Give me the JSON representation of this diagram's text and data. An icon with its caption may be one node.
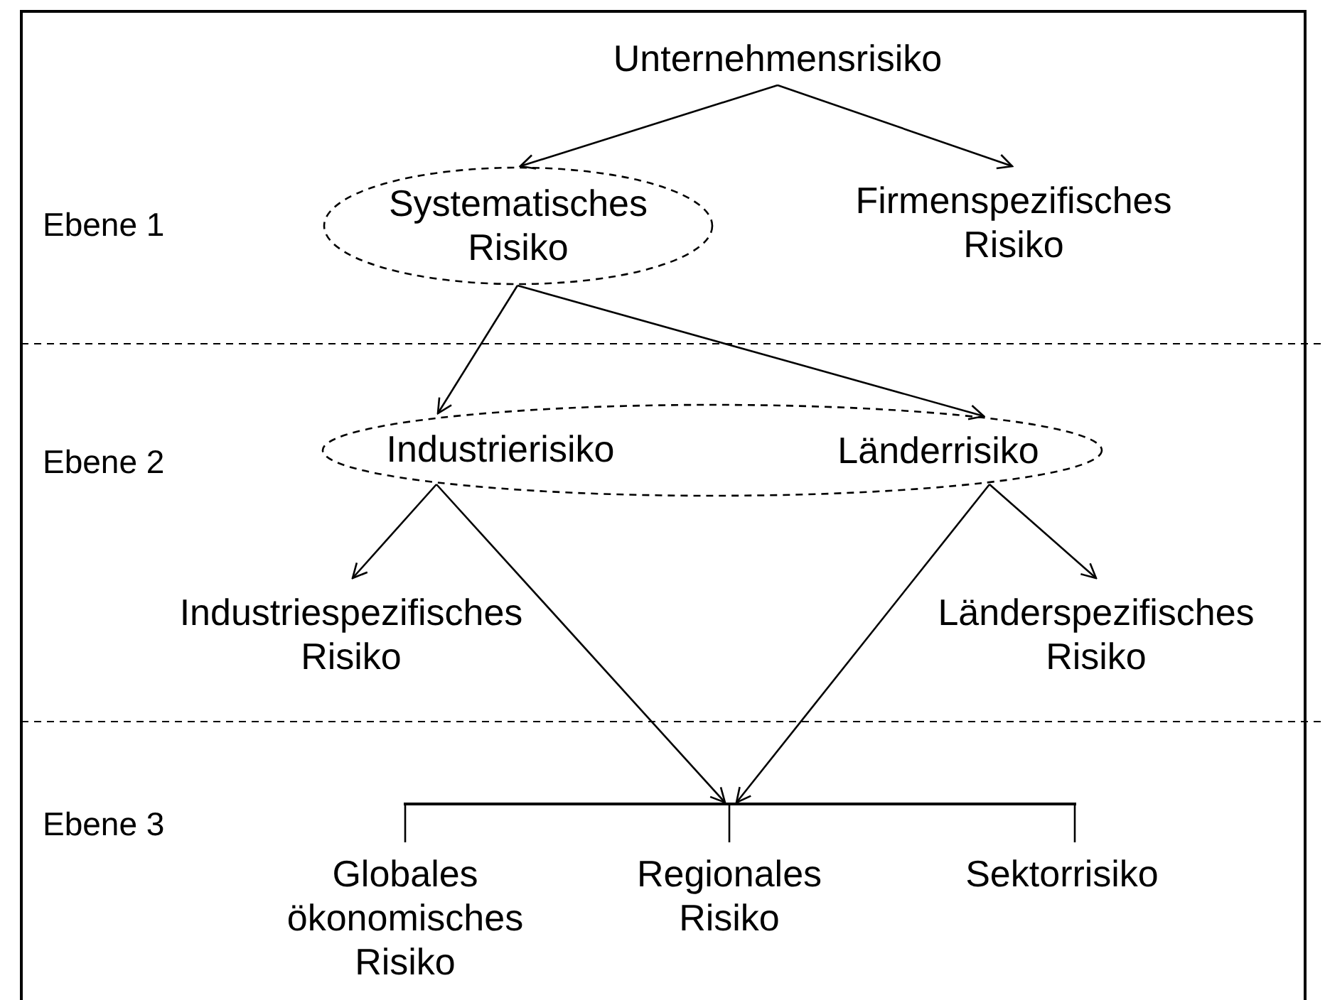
{
  "diagram": {
    "nodes": [
      {
        "text": [
          "Unternehmensrisiko"
        ]
      },
      {
        "text": [
          "Systematisches Risiko"
        ]
      },
      {
        "text": [
          "Firmenspezifisches Risiko"
        ]
      },
      {
        "text": [],
        "shape": "ellipse"
      },
      {
        "text": [
          "Industrierisiko"
        ],
        "in": 3
      },
      {
        "text": [
          "Länderrisiko"
        ],
        "in": 3
      },
      {
        "text": [
          "Industriespezifisches Risiko"
        ]
      },
      {
        "text": [
          "Länderspezifisches Risiko"
        ]
      },
      {
        "text": [],
        "shape": "bar"
      },
      {
        "text": [
          "Globales ökonomisches Risiko"
        ]
      },
      {
        "text": [
          "Regionales Risiko"
        ]
      },
      {
        "text": [
          "Sektorrisiko"
        ]
      }
    ],
    "edges": [
      {
        "from": 0,
        "to": 1,
        "arrow": "to"
      },
      {
        "from": 0,
        "to": 2,
        "arrow": "to"
      },
      {
        "from": 1,
        "to": 4,
        "arrow": "to"
      },
      {
        "from": 1,
        "to": 5,
        "arrow": "to"
      },
      {
        "from": 4,
        "to": 6,
        "arrow": "to"
      },
      {
        "from": 4,
        "to": 8,
        "arrow": "to"
      },
      {
        "from": 5,
        "to": 8,
        "arrow": "to"
      },
      {
        "from": 5,
        "to": 7,
        "arrow": "to"
      },
      {
        "from": 8,
        "to": 9,
        "arrow": "none"
      },
      {
        "from": 8,
        "to": 10,
        "arrow": "none"
      },
      {
        "from": 8,
        "to": 11,
        "arrow": "none"
      }
    ],
    "labels": [
      "Ebene 1",
      "Ebene 2",
      "Ebene 3"
    ]
  }
}
